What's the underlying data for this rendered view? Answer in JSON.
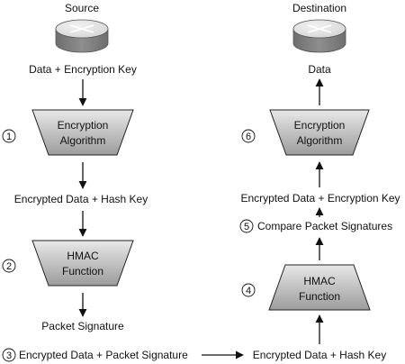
{
  "source": {
    "title": "Source",
    "icon": "router-icon"
  },
  "destination": {
    "title": "Destination",
    "icon": "router-icon"
  },
  "left": {
    "input": "Data + Encryption Key",
    "step1": {
      "number": "1",
      "line1": "Encryption",
      "line2": "Algorithm"
    },
    "encrypted": "Encrypted Data + Hash Key",
    "step2": {
      "number": "2",
      "line1": "HMAC",
      "line2": "Function"
    },
    "signature": "Packet Signature",
    "step3": {
      "number": "3",
      "label": "Encrypted Data + Packet Signature"
    }
  },
  "right": {
    "received": "Encrypted Data + Hash Key",
    "step4": {
      "number": "4",
      "line1": "HMAC",
      "line2": "Function"
    },
    "step5": {
      "number": "5",
      "label": "Compare Packet Signatures"
    },
    "encrypted": "Encrypted Data + Encryption Key",
    "step6": {
      "number": "6",
      "line1": "Encryption",
      "line2": "Algorithm"
    },
    "output": "Data"
  },
  "colors": {
    "box_light": "#e8e8e8",
    "box_dark": "#9c9c9c",
    "router_top": "#d6d6d6",
    "router_side": "#8e8e8e"
  }
}
